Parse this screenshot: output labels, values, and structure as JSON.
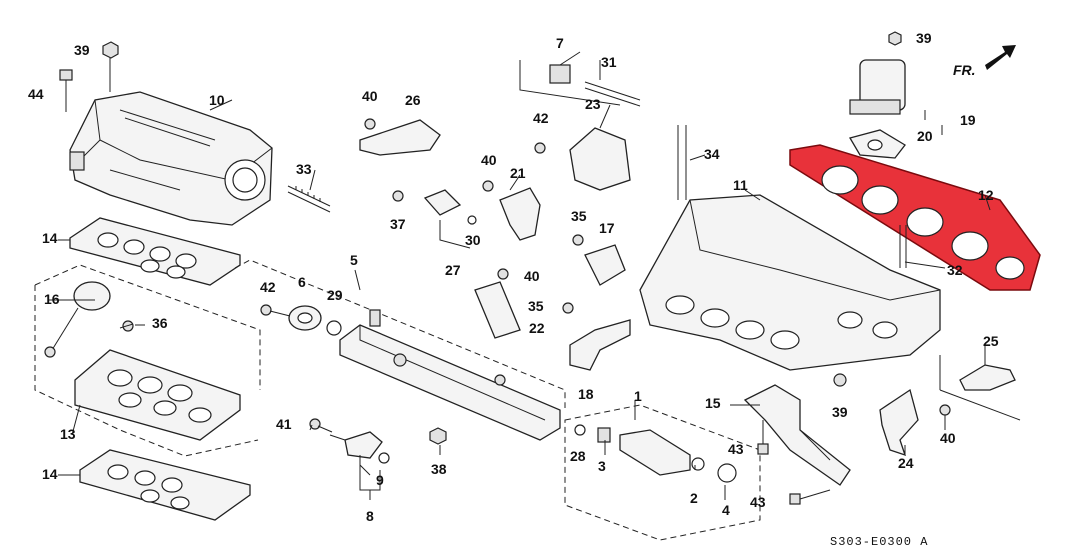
{
  "diagram": {
    "code": "S303-E0300 A",
    "direction": "FR.",
    "gasket_color": "#e8323a",
    "callouts": {
      "c1": "1",
      "c2": "2",
      "c3": "3",
      "c4": "4",
      "c5": "5",
      "c6": "6",
      "c7": "7",
      "c8": "8",
      "c9": "9",
      "c10": "10",
      "c11": "11",
      "c12": "12",
      "c13": "13",
      "c14a": "14",
      "c14b": "14",
      "c15": "15",
      "c16": "16",
      "c17": "17",
      "c18": "18",
      "c19": "19",
      "c20": "20",
      "c21": "21",
      "c22": "22",
      "c23": "23",
      "c24": "24",
      "c25": "25",
      "c26": "26",
      "c27": "27",
      "c28": "28",
      "c29": "29",
      "c30": "30",
      "c31": "31",
      "c32": "32",
      "c33": "33",
      "c34": "34",
      "c35a": "35",
      "c35b": "35",
      "c36": "36",
      "c37": "37",
      "c38": "38",
      "c39a": "39",
      "c39b": "39",
      "c39c": "39",
      "c40a": "40",
      "c40b": "40",
      "c40c": "40",
      "c40d": "40",
      "c41": "41",
      "c42a": "42",
      "c42b": "42",
      "c43a": "43",
      "c43b": "43",
      "c44": "44"
    }
  }
}
